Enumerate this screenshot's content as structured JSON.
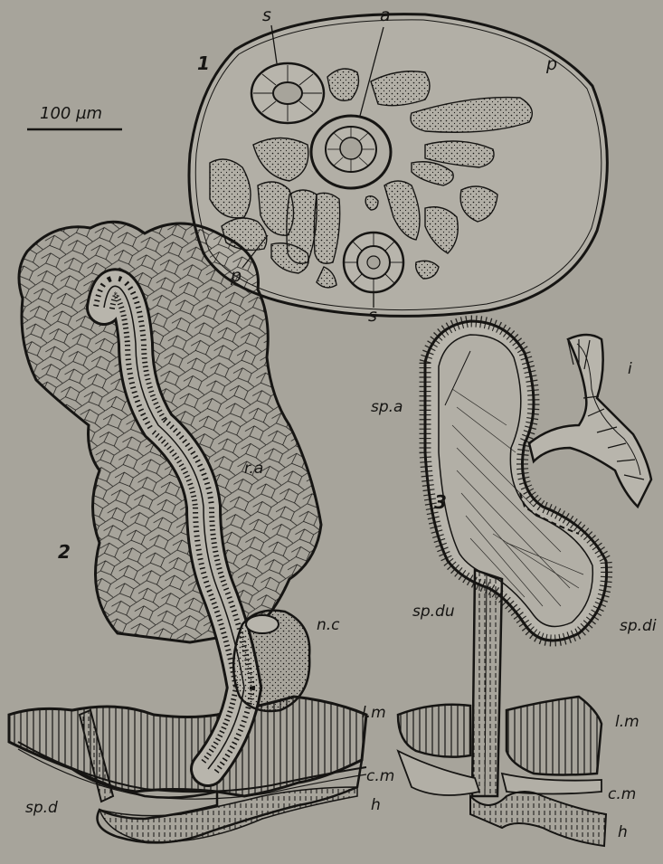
{
  "figure": {
    "scale_bar": "100 µm",
    "fig1": {
      "number": "1",
      "labels": {
        "s_top": "s",
        "a": "a",
        "p_right": "p",
        "p_left": "p",
        "s_bottom": "s"
      }
    },
    "fig2": {
      "number": "2",
      "labels": {
        "r_a": "r.a",
        "n_c": "n.c",
        "l_m": "l.m",
        "c_m": "c.m",
        "sp_d": "sp.d",
        "h": "h"
      }
    },
    "fig3": {
      "number": "3",
      "labels": {
        "sp_a": "sp.a",
        "i": "i",
        "sp_du": "sp.du",
        "sp_di": "sp.di",
        "l_m": "l.m",
        "c_m": "c.m",
        "h": "h"
      }
    }
  },
  "colors": {
    "paper": "#a7a49b",
    "ink": "#161513"
  }
}
